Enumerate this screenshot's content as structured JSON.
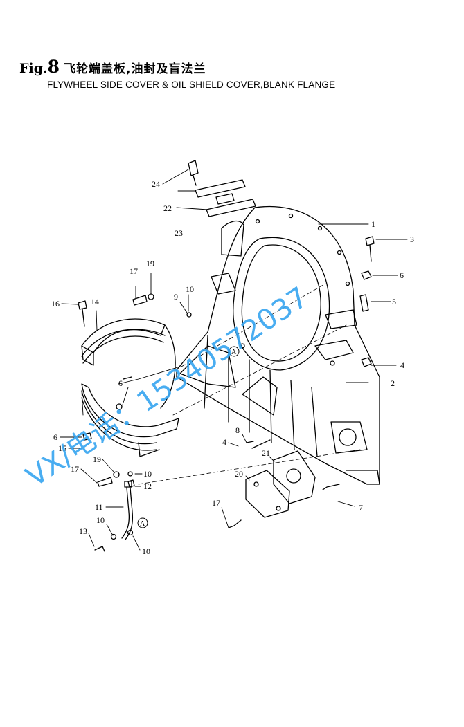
{
  "figure": {
    "label": "Fig.",
    "number": "8",
    "title_cn": "飞轮端盖板,油封及盲法兰",
    "title_en": "FLYWHEEL SIDE COVER & OIL SHIELD COVER,BLANK FLANGE"
  },
  "callouts": {
    "c1": "1",
    "c2": "2",
    "c3": "3",
    "c4": "4",
    "c5": "5",
    "c6": "6",
    "c7": "7",
    "c22": "22",
    "c23": "23",
    "c24": "24",
    "c17a": "17",
    "c19a": "19",
    "c16": "16",
    "c14": "14",
    "c10a": "10",
    "c9": "9",
    "c6b": "6",
    "c6c": "6",
    "c15": "15",
    "c19b": "19",
    "c17b": "17",
    "c10b": "10",
    "c12": "12",
    "c11": "11",
    "c10c": "10",
    "c13": "13",
    "c10d": "10",
    "c8": "8",
    "c4b": "4",
    "c21": "21",
    "c20": "20",
    "c17c": "17"
  },
  "markers": {
    "a1": "A",
    "a2": "A"
  },
  "watermark": {
    "text": "VX/电话：15340572037",
    "color": "#3aa6f0"
  }
}
